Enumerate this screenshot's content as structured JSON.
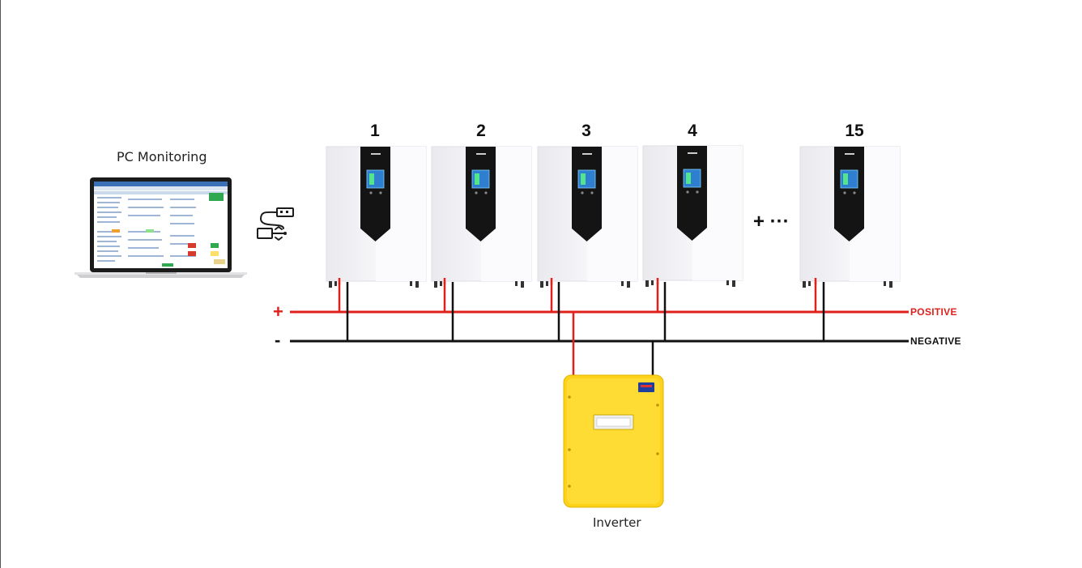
{
  "pc": {
    "label": "PC Monitoring"
  },
  "batteries": [
    {
      "label": "1"
    },
    {
      "label": "2"
    },
    {
      "label": "3"
    },
    {
      "label": "4"
    },
    {
      "label": "15"
    }
  ],
  "more_indicator": "+ ···",
  "bus": {
    "positive_sign": "+",
    "positive_label": "POSITIVE",
    "negative_sign": "-",
    "negative_label": "NEGATIVE"
  },
  "inverter": {
    "label": "Inverter"
  },
  "colors": {
    "positive": "#e0201b",
    "negative": "#111111",
    "battery_body": "#f4f4f6",
    "battery_panel": "#141414",
    "screen": "#2f7fd0",
    "inverter": "#ffd21a"
  }
}
